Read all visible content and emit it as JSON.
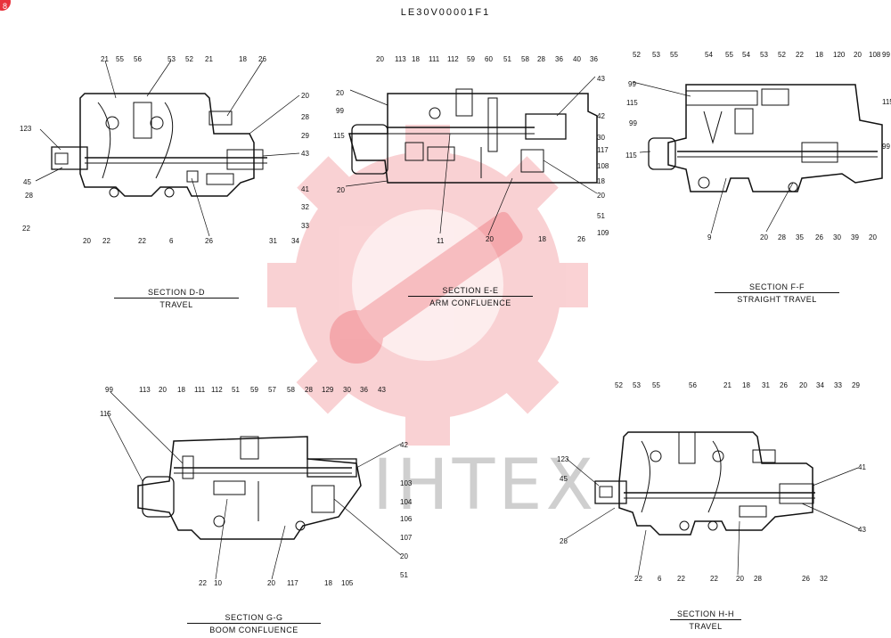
{
  "document": {
    "code": "LE30V00001F1"
  },
  "watermark": {
    "text": "IHTEX",
    "color": "#e8323c"
  },
  "sections": [
    {
      "id": "d",
      "title": "SECTION D-D",
      "subtitle": "TRAVEL",
      "callouts": [
        "21",
        "55",
        "56",
        "53",
        "52",
        "21",
        "18",
        "26",
        "20",
        "28",
        "29",
        "43",
        "41",
        "32",
        "33",
        "34",
        "31",
        "26",
        "20",
        "22",
        "22",
        "6",
        "22",
        "28",
        "45",
        "123"
      ]
    },
    {
      "id": "e",
      "title": "SECTION E-E",
      "subtitle": "ARM CONFLUENCE",
      "callouts": [
        "20",
        "113",
        "18",
        "111",
        "112",
        "59",
        "60",
        "51",
        "58",
        "28",
        "36",
        "40",
        "36",
        "43",
        "42",
        "30",
        "117",
        "108",
        "18",
        "20",
        "51",
        "26",
        "109",
        "18",
        "20",
        "11",
        "20",
        "115",
        "99",
        "20"
      ]
    },
    {
      "id": "f",
      "title": "SECTION F-F",
      "subtitle": "STRAIGHT TRAVEL",
      "callouts": [
        "52",
        "53",
        "55",
        "54",
        "55",
        "54",
        "53",
        "52",
        "22",
        "18",
        "120",
        "20",
        "108",
        "99",
        "115",
        "99",
        "115",
        "99",
        "9",
        "20",
        "28",
        "35",
        "26",
        "30",
        "39",
        "20",
        "115",
        "99"
      ]
    },
    {
      "id": "g",
      "title": "SECTION G-G",
      "subtitle": "BOOM CONFLUENCE",
      "callouts": [
        "99",
        "113",
        "20",
        "18",
        "111",
        "112",
        "51",
        "59",
        "57",
        "58",
        "28",
        "129",
        "30",
        "36",
        "43",
        "42",
        "103",
        "104",
        "106",
        "107",
        "20",
        "51",
        "105",
        "18",
        "117",
        "20",
        "10",
        "22",
        "115"
      ]
    },
    {
      "id": "h",
      "title": "SECTION H-H",
      "subtitle": "TRAVEL",
      "callouts": [
        "52",
        "53",
        "55",
        "56",
        "21",
        "18",
        "31",
        "26",
        "20",
        "34",
        "33",
        "29",
        "41",
        "43",
        "32",
        "26",
        "28",
        "20",
        "22",
        "22",
        "6",
        "22",
        "28",
        "45",
        "123"
      ]
    }
  ]
}
